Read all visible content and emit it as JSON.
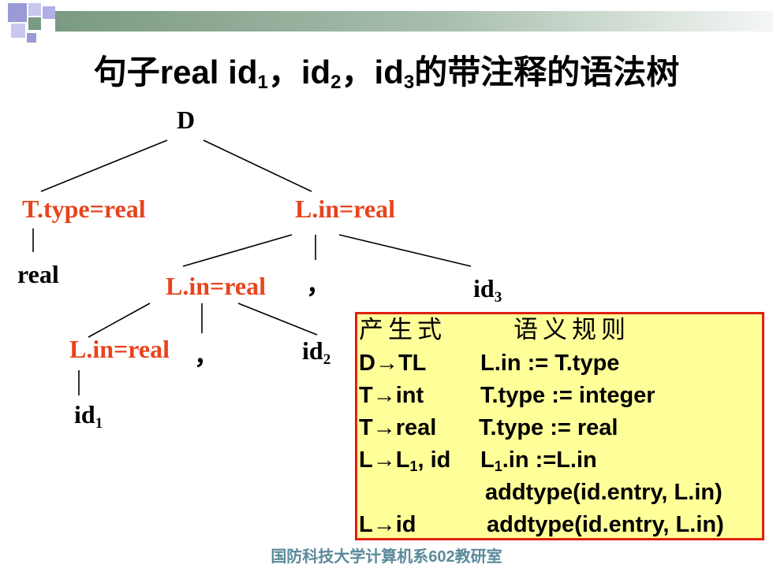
{
  "title": {
    "prefix": "句子real id",
    "s1": "1",
    "sep1": "，id",
    "s2": "2",
    "sep2": "，id",
    "s3": "3",
    "suffix": "的带注释的语法树"
  },
  "tree": {
    "root": "D",
    "t_type": "T.type=real",
    "l_in_1": "L.in=real",
    "real_leaf": "real",
    "l_in_2": "L.in=real",
    "comma_1": "，",
    "id3": {
      "base": "id",
      "sub": "3"
    },
    "l_in_3": "L.in=real",
    "comma_2": "，",
    "id2": {
      "base": "id",
      "sub": "2"
    },
    "id1": {
      "base": "id",
      "sub": "1"
    }
  },
  "rules": {
    "header_production": "产生式",
    "header_rule": "语义规则",
    "rows": [
      {
        "production": "D→TL",
        "rule": "L.in := T.type"
      },
      {
        "production": "T→int",
        "rule": "T.type := integer"
      },
      {
        "production": "T→real",
        "rule": "T.type := real"
      },
      {
        "production_base": "L→L",
        "production_sub": "1",
        "production_rest": ", id",
        "rule_base": "L",
        "rule_sub": "1",
        "rule_rest": ".in :=L.in"
      },
      {
        "rule": "addtype(id.entry, L.in)"
      },
      {
        "production": "L→id",
        "rule": "addtype(id.entry, L.in)"
      }
    ]
  },
  "footer": "国防科技大学计算机系602教研室",
  "colors": {
    "attribute": "#e8431e",
    "box_fill": "#ffff99",
    "box_border": "#e02010",
    "footer": "#5a8a9a"
  }
}
